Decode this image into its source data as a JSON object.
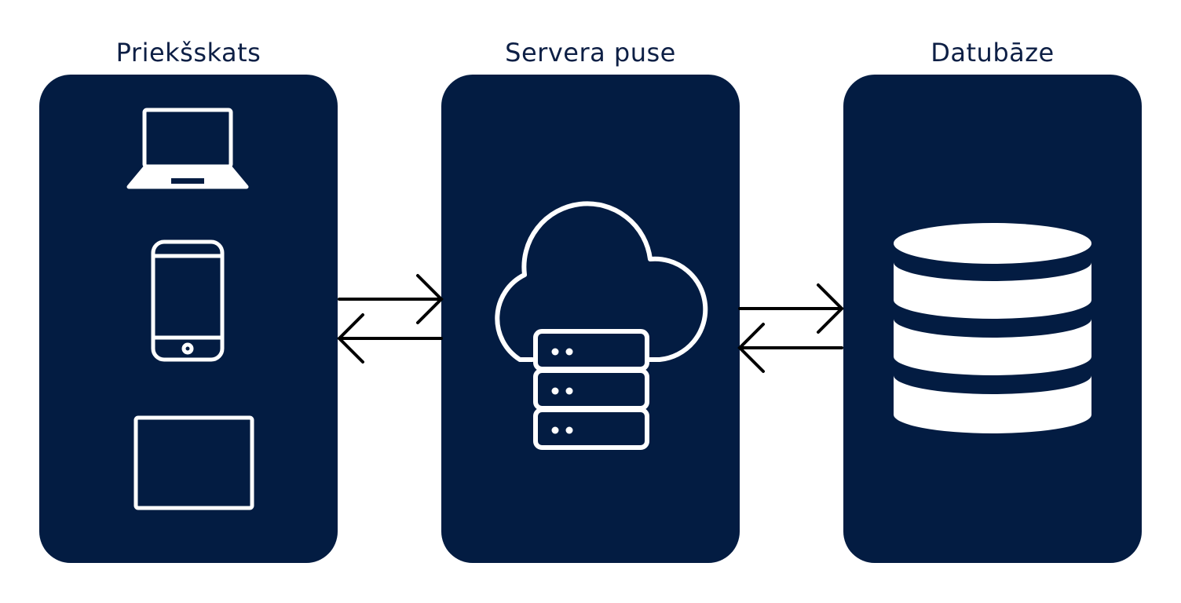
{
  "columns": [
    {
      "title": "Priekšskats",
      "icons": [
        "laptop-icon",
        "smartphone-icon",
        "tablet-icon"
      ]
    },
    {
      "title": "Servera puse",
      "icons": [
        "cloud-server-icon"
      ]
    },
    {
      "title": "Datubāze",
      "icons": [
        "database-icon"
      ]
    }
  ],
  "connectors": [
    {
      "between": [
        "Priekšskats",
        "Servera puse"
      ],
      "directions": [
        "right",
        "left"
      ]
    },
    {
      "between": [
        "Servera puse",
        "Datubāze"
      ],
      "directions": [
        "right",
        "left"
      ]
    }
  ],
  "colors": {
    "panel": "#031c42",
    "title": "#0d1f45",
    "icon": "#ffffff",
    "arrow": "#000000",
    "background": "#ffffff"
  }
}
